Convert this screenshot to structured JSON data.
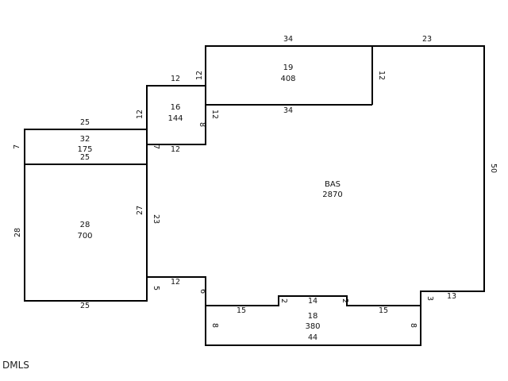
{
  "rooms": {
    "main": {
      "code": "BAS",
      "area": "2870"
    },
    "top": {
      "code": "19",
      "area": "408"
    },
    "small": {
      "code": "16",
      "area": "144"
    },
    "strip": {
      "code": "32",
      "area": "175"
    },
    "left": {
      "code": "28",
      "area": "700"
    },
    "bottom": {
      "code": "18",
      "area": "380"
    }
  },
  "dimensions": {
    "top_34": "34",
    "top_23": "23",
    "top_inner_34": "34",
    "top_left_12": "12",
    "top_right_12": "12",
    "small_top_12": "12",
    "small_left_12": "12",
    "small_right_12": "12",
    "small_8": "8",
    "small_bottom_12": "12",
    "strip_top_25": "25",
    "strip_bottom_25": "25",
    "strip_left_7": "7",
    "strip_right_7": "7",
    "left_28": "28",
    "left_27": "27",
    "left_23": "23",
    "left_bottom_25": "25",
    "left_5": "5",
    "step_12": "12",
    "step_6": "6",
    "right_50": "50",
    "right_13": "13",
    "right_3": "3",
    "bottom_15_left": "15",
    "bottom_2_left": "2",
    "bottom_14": "14",
    "bottom_2_right": "2",
    "bottom_15_right": "15",
    "bottom_8_left": "8",
    "bottom_8_right": "8",
    "bottom_44": "44"
  },
  "watermark": "DMLS"
}
